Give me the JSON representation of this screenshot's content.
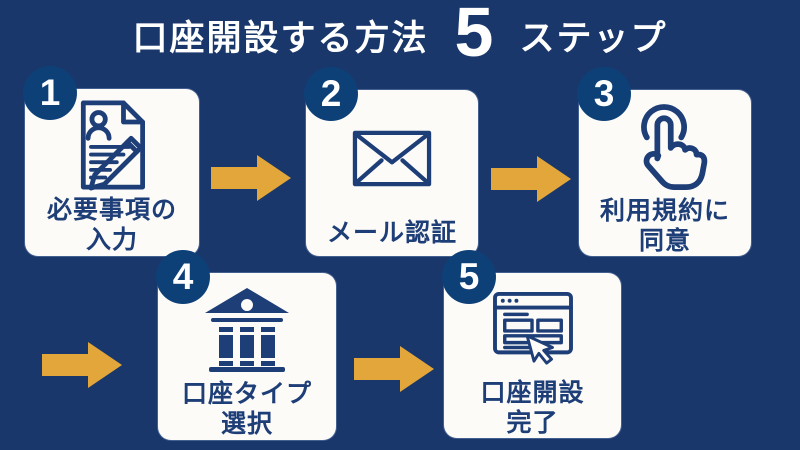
{
  "title": {
    "prefix": "口座開設する方法",
    "count": "5",
    "suffix": "ステップ"
  },
  "colors": {
    "background": "#19376B",
    "badge": "#0E4078",
    "navy": "#1E3E78",
    "gold": "#E2A63B",
    "card": "#FCFBF8",
    "title_text": "#FFFFFF"
  },
  "steps": [
    {
      "number": "1",
      "icon": "form-pencil-icon",
      "lines": [
        "必要事項の",
        "入力"
      ]
    },
    {
      "number": "2",
      "icon": "envelope-icon",
      "lines": [
        "メール認証"
      ]
    },
    {
      "number": "3",
      "icon": "tap-finger-icon",
      "lines": [
        "利用規約に",
        "同意"
      ]
    },
    {
      "number": "4",
      "icon": "bank-icon",
      "lines": [
        "口座タイプ",
        "選択"
      ]
    },
    {
      "number": "5",
      "icon": "browser-complete-icon",
      "lines": [
        "口座開設",
        "完了"
      ]
    }
  ]
}
